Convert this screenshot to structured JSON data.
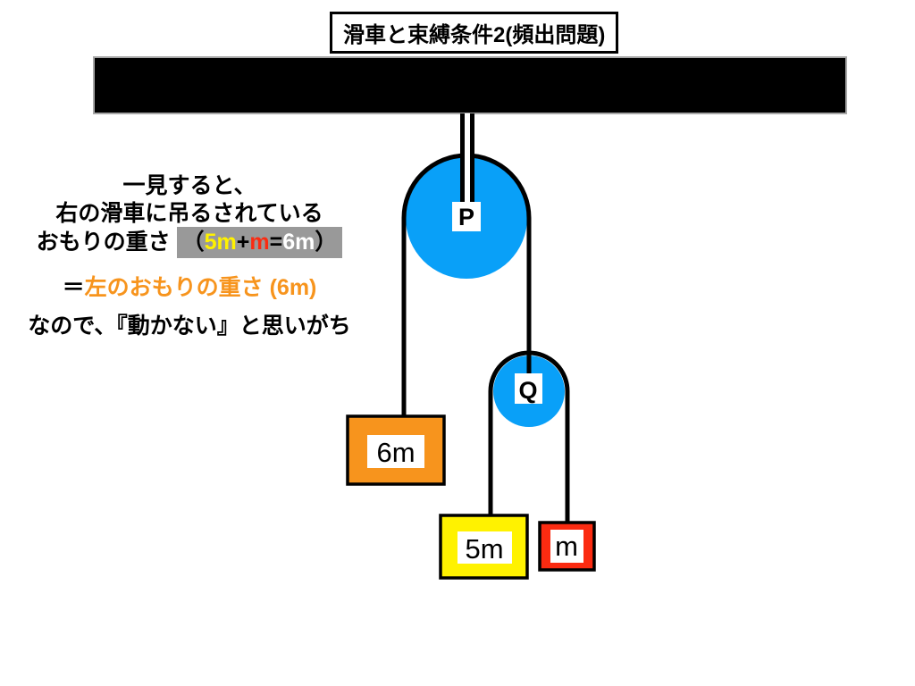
{
  "page": {
    "title": "滑車と束縛条件2(頻出問題)"
  },
  "colors": {
    "pulley_blue": "#09A0F8",
    "weight_orange": "#F7941D",
    "weight_yellow": "#FFF200",
    "weight_red": "#FB2B11",
    "highlight_gray": "#999999",
    "orange_text": "#F7941D",
    "ceiling_black": "#000000"
  },
  "note": {
    "line1": "一見すると、",
    "line2": "右の滑車に吊るされている",
    "line3_prefix": "おもりの重さ",
    "equation": {
      "open": "（",
      "term1": "5m",
      "plus": "+",
      "term2": "m",
      "equals": "=",
      "result": "6m",
      "close": "）"
    },
    "line4_equals": "＝",
    "line4_text": "左のおもりの重さ (6m)",
    "line5": "なので、『動かない』と思いがち"
  },
  "diagram": {
    "pulley_p": {
      "label": "P"
    },
    "pulley_q": {
      "label": "Q"
    },
    "weight_left": {
      "label": "6m"
    },
    "weight_middle": {
      "label": "5m"
    },
    "weight_right": {
      "label": "m"
    }
  }
}
